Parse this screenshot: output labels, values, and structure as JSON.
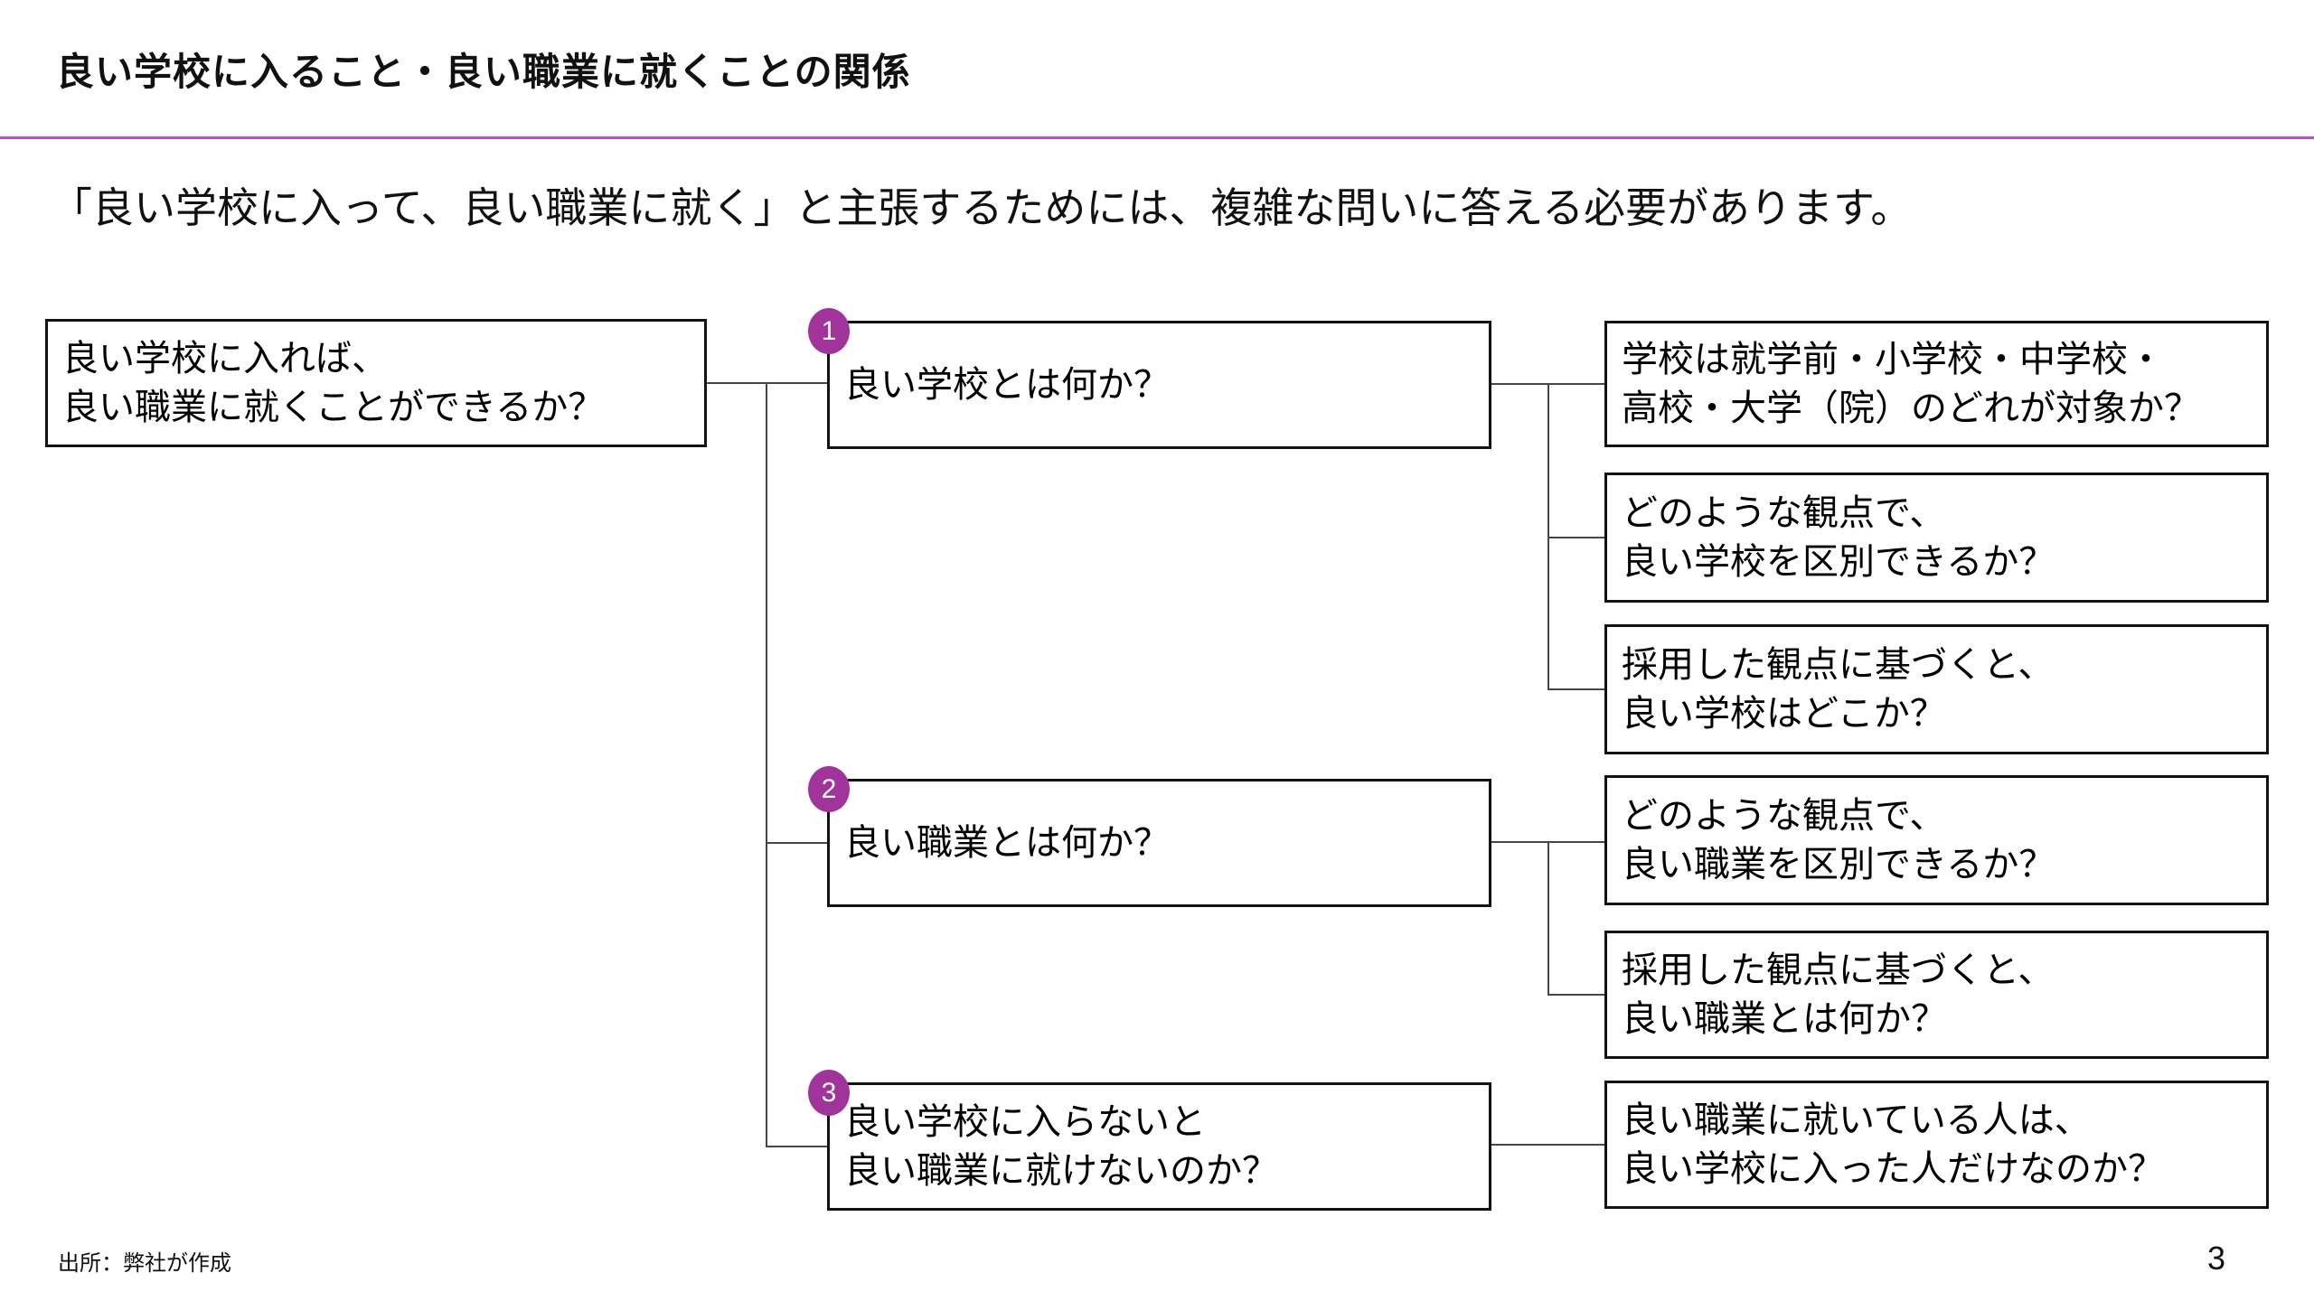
{
  "slide": {
    "title": "良い学校に入ること・良い職業に就くことの関係",
    "lead": "「良い学校に入って、良い職業に就く」と主張するためには、複雑な問いに答える必要があります。",
    "source": "出所：弊社が作成",
    "page_number": "3"
  },
  "diagram": {
    "root_question": "良い学校に入れば、\n良い職業に就くことができるか？",
    "branches": [
      {
        "number": "1",
        "question": "良い学校とは何か？",
        "sub_questions": [
          "学校は就学前・小学校・中学校・\n高校・大学（院）のどれが対象か？",
          "どのような観点で、\n良い学校を区別できるか？",
          "採用した観点に基づくと、\n良い学校はどこか？"
        ]
      },
      {
        "number": "2",
        "question": "良い職業とは何か？",
        "sub_questions": [
          "どのような観点で、\n良い職業を区別できるか？",
          "採用した観点に基づくと、\n良い職業とは何か？"
        ]
      },
      {
        "number": "3",
        "question": "良い学校に入らないと\n良い職業に就けないのか？",
        "sub_questions": [
          "良い職業に就いている人は、\n良い学校に入った人だけなのか？"
        ]
      }
    ]
  },
  "colors": {
    "accent": "#A1349B",
    "divider": "#BC53BC"
  }
}
